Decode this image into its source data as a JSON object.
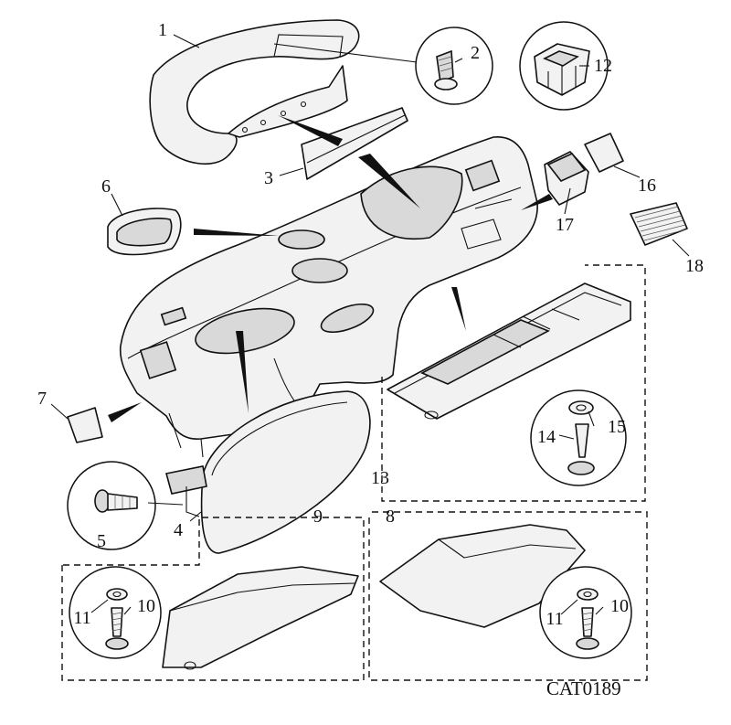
{
  "diagram": {
    "callouts": [
      "1",
      "2",
      "3",
      "4",
      "5",
      "6",
      "7",
      "8",
      "9",
      "10",
      "10",
      "11",
      "11",
      "12",
      "13",
      "14",
      "15",
      "16",
      "17",
      "18"
    ],
    "catalog_code": "CAT0189"
  }
}
